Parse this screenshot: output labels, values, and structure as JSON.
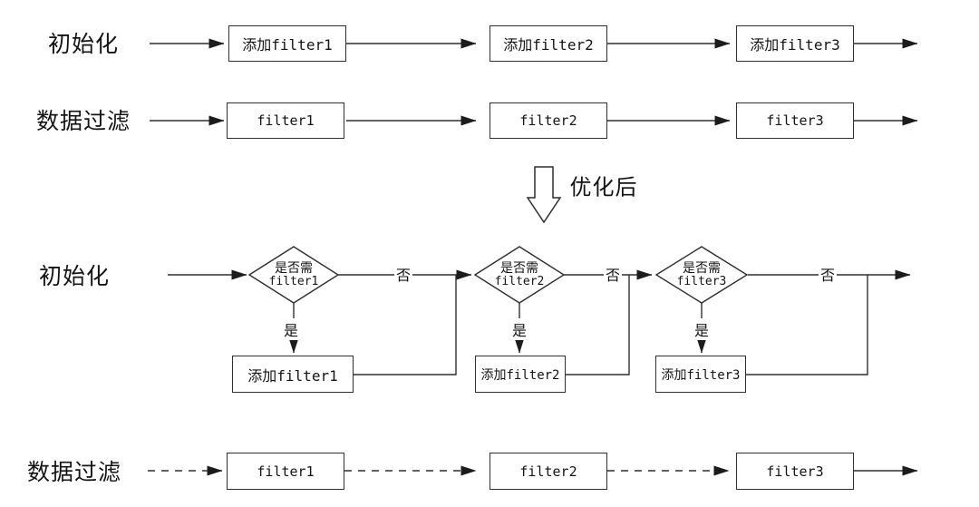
{
  "colors": {
    "line": "#2f2f2f",
    "box_border": "#2f2f2f",
    "text": "#141414",
    "background": "#ffffff"
  },
  "before": {
    "init_row": {
      "label": "初始化",
      "boxes": [
        "添加filter1",
        "添加filter2",
        "添加filter3"
      ]
    },
    "filter_row": {
      "label": "数据过滤",
      "boxes": [
        "filter1",
        "filter2",
        "filter3"
      ]
    }
  },
  "transition": {
    "label": "优化后",
    "icon": "hollow-down-arrow-icon"
  },
  "after": {
    "init_row": {
      "label": "初始化",
      "decisions": [
        {
          "question_line1": "是否需",
          "question_line2": "filter1",
          "no_label": "否",
          "yes_label": "是",
          "action": "添加filter1"
        },
        {
          "question_line1": "是否需",
          "question_line2": "filter2",
          "no_label": "否",
          "yes_label": "是",
          "action": "添加filter2"
        },
        {
          "question_line1": "是否需",
          "question_line2": "filter3",
          "no_label": "否",
          "yes_label": "是",
          "action": "添加filter3"
        }
      ]
    },
    "filter_row": {
      "label": "数据过滤",
      "boxes": [
        "filter1",
        "filter2",
        "filter3"
      ]
    }
  }
}
